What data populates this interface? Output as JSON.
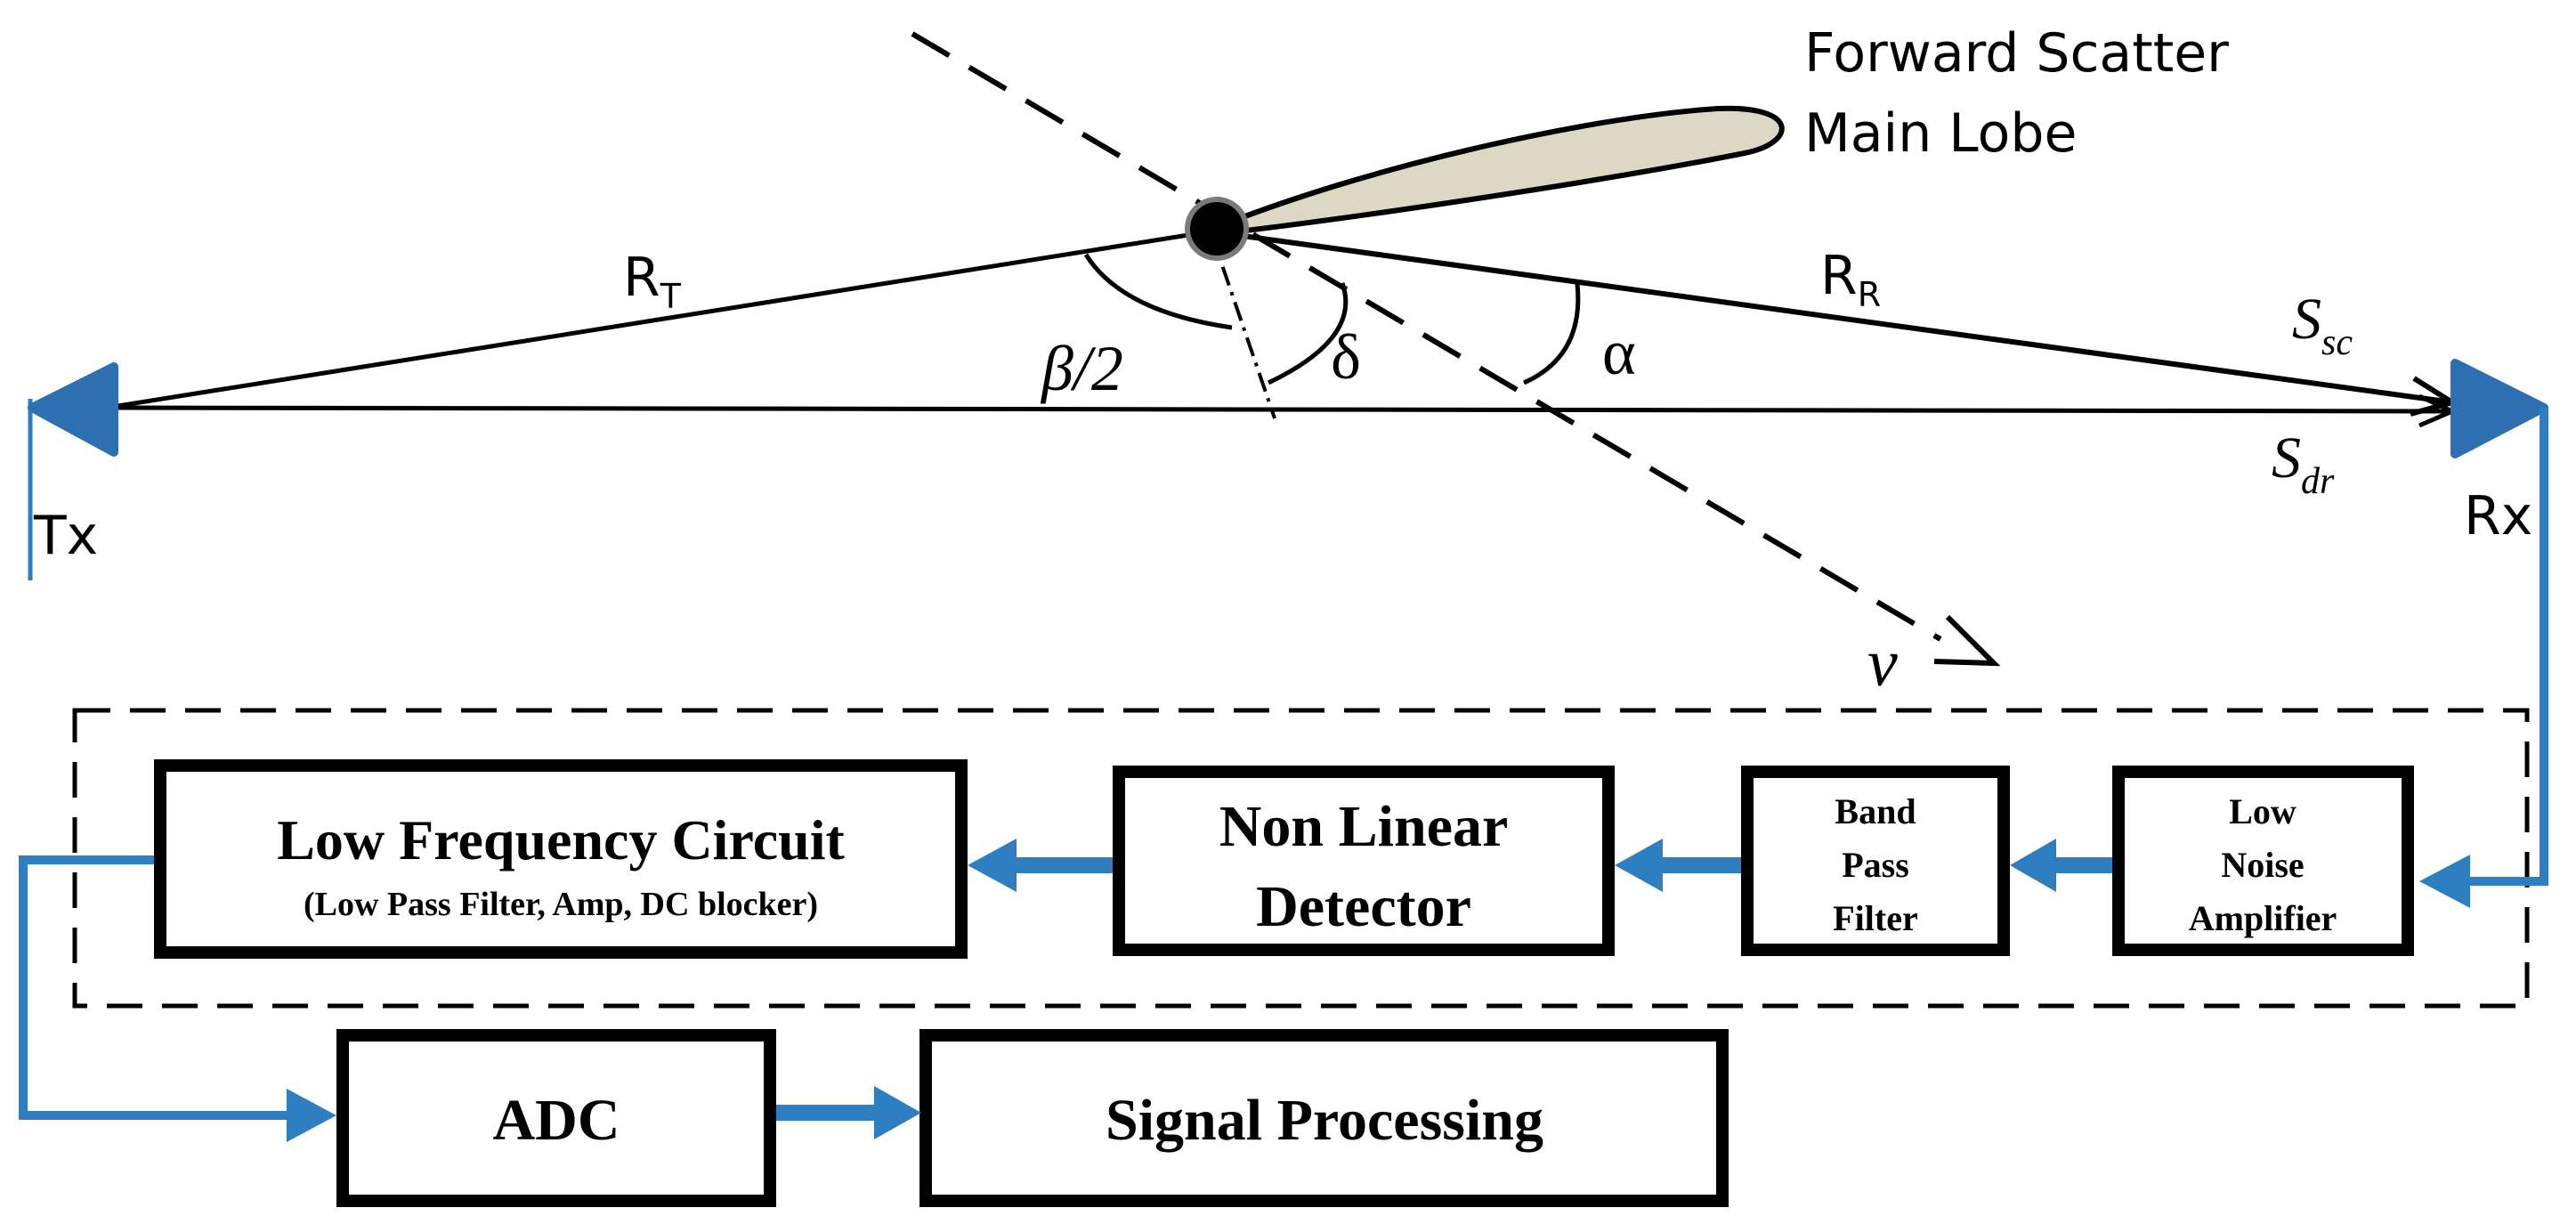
{
  "labels": {
    "lobe_line1": "Forward Scatter",
    "lobe_line2": "Main Lobe",
    "rt_main": "R",
    "rt_sub": "T",
    "rr_main": "R",
    "rr_sub": "R",
    "beta": "β/2",
    "delta": "δ",
    "alpha": "α",
    "ssc_main": "S",
    "ssc_sub": "sc",
    "sdr_main": "S",
    "sdr_sub": "dr",
    "tx": "Tx",
    "rx": "Rx",
    "v": "v"
  },
  "blocks": {
    "lfc_title": "Low Frequency Circuit",
    "lfc_sub": "(Low Pass Filter, Amp, DC blocker)",
    "nld_line1": "Non Linear",
    "nld_line2": "Detector",
    "bpf_line1": "Band",
    "bpf_line2": "Pass",
    "bpf_line3": "Filter",
    "lna_line1": "Low",
    "lna_line2": "Noise",
    "lna_line3": "Amplifier",
    "adc": "ADC",
    "sp": "Signal Processing"
  },
  "colors": {
    "signal_blue": "#2e7fc1",
    "antenna_fill": "#2e6fb2",
    "lobe_fill": "#dcd8c4"
  }
}
